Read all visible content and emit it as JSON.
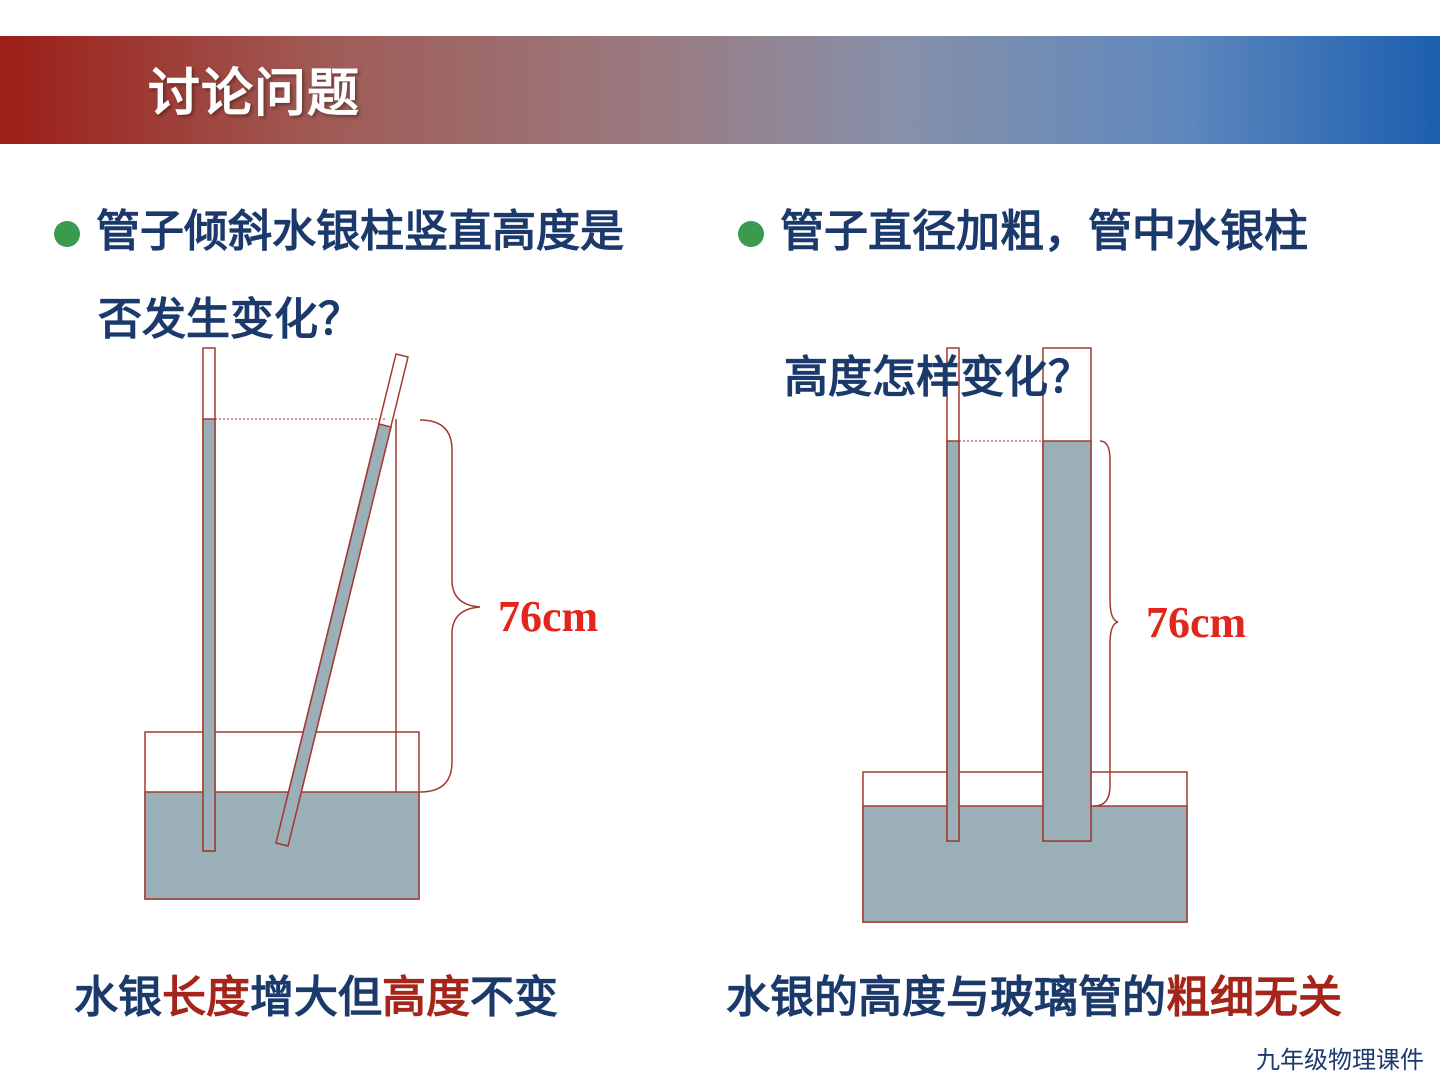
{
  "slide": {
    "title": "讨论问题",
    "footer": "九年级物理课件"
  },
  "left": {
    "question_line1": "管子倾斜水银柱竖直高度是",
    "question_line2": "否发生变化？",
    "measure": "76cm",
    "answer": {
      "part1": "水银",
      "part2": "长度",
      "part3": "增大但",
      "part4": "高度",
      "part5": "不变"
    }
  },
  "right": {
    "question_line1": "管子直径加粗，管中水银柱",
    "question_line2": "高度怎样变化？",
    "measure": "76cm",
    "answer": {
      "part1": "水银的高度与玻璃管的",
      "part2": "粗细无关"
    }
  },
  "colors": {
    "mercury": "#9aafb8",
    "outline": "#a33a30",
    "bullet": "#3b9a4e",
    "text": "#1b3a6b",
    "highlight": "#a5251b",
    "measure": "#e3261d"
  }
}
